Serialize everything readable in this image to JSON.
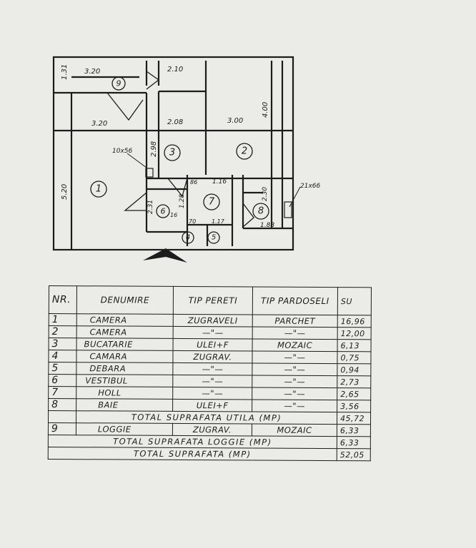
{
  "plan": {
    "dimensions": {
      "d_131": "1.31",
      "d_320_top": "3.20",
      "d_210": "2.10",
      "d_320": "3.20",
      "d_208": "2.08",
      "d_300": "3.00",
      "d_400": "4.00",
      "d_298": "2.98",
      "d_520": "5.20",
      "d_116": "1.16",
      "d_86": "86",
      "d_128": "1.28",
      "d_230": "2.30",
      "d_188": "1.88",
      "d_231": "2.31",
      "d_16": "16",
      "d_70": "70",
      "d_117": "1.17"
    },
    "rooms": [
      "1",
      "2",
      "3",
      "4",
      "5",
      "6",
      "7",
      "8",
      "9"
    ],
    "notes": {
      "window_left": "10x56",
      "window_right": "21x66"
    }
  },
  "table": {
    "headers": [
      "NR.",
      "DENUMIRE",
      "TIP PERETI",
      "TIP PARDOSELI",
      "SU"
    ],
    "rows": [
      {
        "nr": "1",
        "name": "CAMERA",
        "pereti": "ZUGRAVELI",
        "pardoseli": "PARCHET",
        "su": "16,96"
      },
      {
        "nr": "2",
        "name": "CAMERA",
        "pereti": "—\"—",
        "pardoseli": "—\"—",
        "su": "12,00"
      },
      {
        "nr": "3",
        "name": "BUCATARIE",
        "pereti": "ULEI+F",
        "pardoseli": "MOZAIC",
        "su": "6,13"
      },
      {
        "nr": "4",
        "name": "CAMARA",
        "pereti": "ZUGRAV.",
        "pardoseli": "—\"—",
        "su": "0,75"
      },
      {
        "nr": "5",
        "name": "DEBARA",
        "pereti": "—\"—",
        "pardoseli": "—\"—",
        "su": "0,94"
      },
      {
        "nr": "6",
        "name": "VESTIBUL",
        "pereti": "—\"—",
        "pardoseli": "—\"—",
        "su": "2,73"
      },
      {
        "nr": "7",
        "name": "HOLL",
        "pereti": "—\"—",
        "pardoseli": "—\"—",
        "su": "2,65"
      },
      {
        "nr": "8",
        "name": "BAIE",
        "pereti": "ULEI+F",
        "pardoseli": "—\"—",
        "su": "3,56"
      }
    ],
    "total_utila_label": "TOTAL SUPRAFATA UTILA (MP)",
    "total_utila_value": "45,72",
    "row9": {
      "nr": "9",
      "name": "LOGGIE",
      "pereti": "ZUGRAV.",
      "pardoseli": "MOZAIC",
      "su": "6,33"
    },
    "total_loggie_label": "TOTAL SUPRAFATA LOGGIE (MP)",
    "total_loggie_value": "6,33",
    "total_label": "TOTAL SUPRAFATA (MP)",
    "total_value": "52,05"
  }
}
